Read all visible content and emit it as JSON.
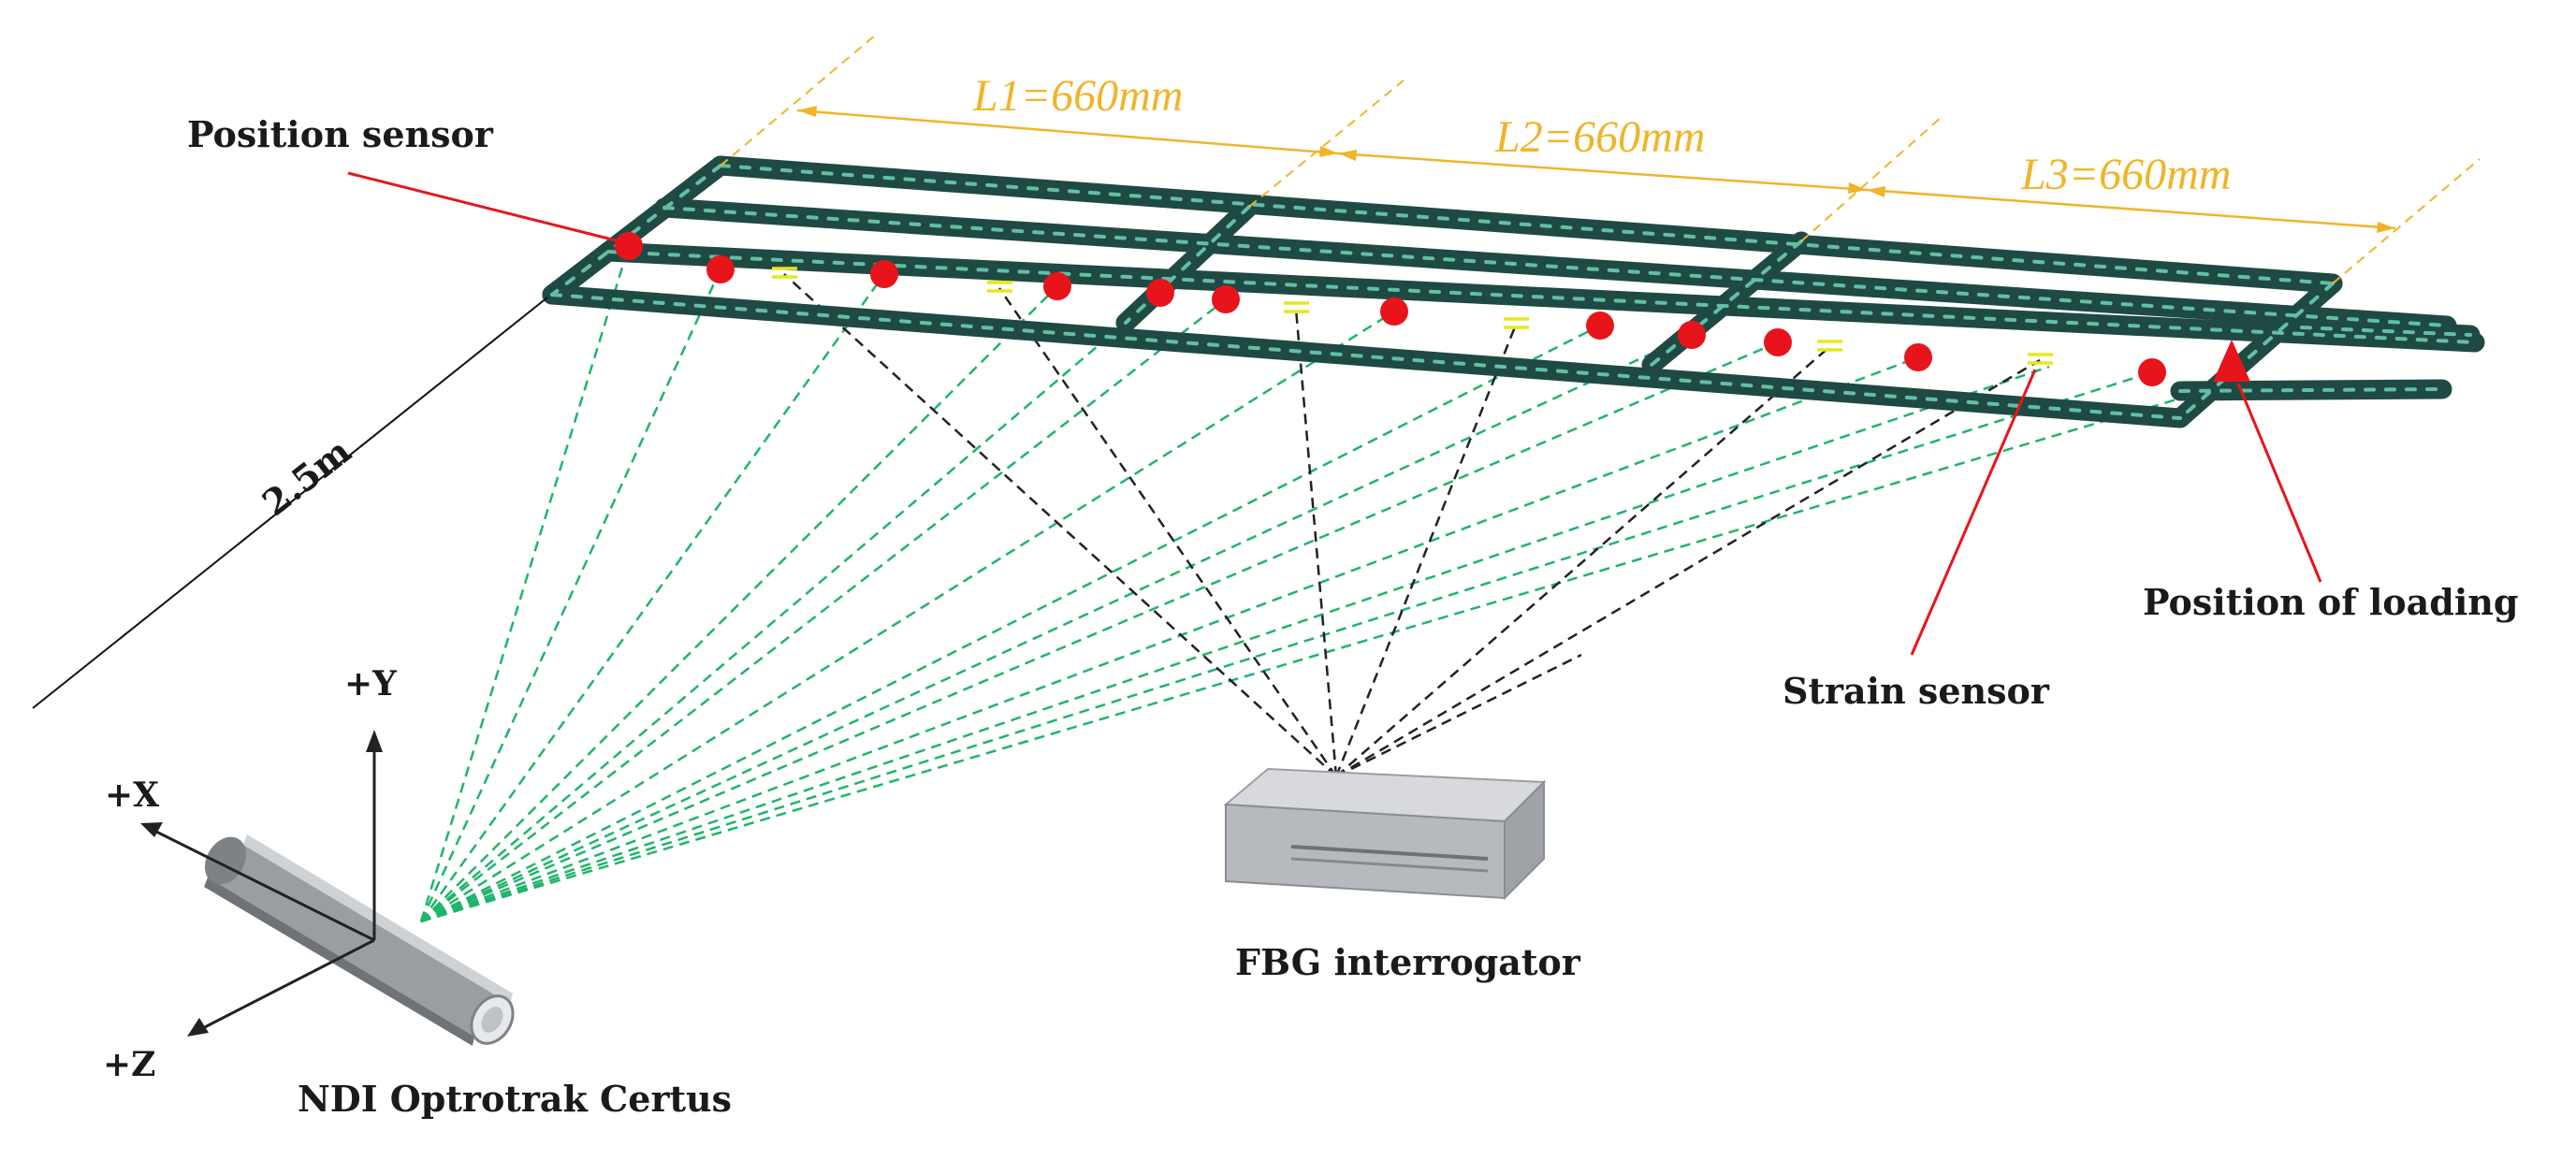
{
  "labels": {
    "position_sensor": "Position sensor",
    "distance": "2.5m",
    "l1": "L1=660mm",
    "l2": "L2=660mm",
    "l3": "L3=660mm",
    "position_of_loading": "Position of loading",
    "strain_sensor": "Strain sensor",
    "fbg_interrogator": "FBG interrogator",
    "ndi": "NDI Optrotrak Certus",
    "axis_y": "+Y",
    "axis_x": "+X",
    "axis_z": "+Z"
  },
  "colors": {
    "frame": "#1f4a44",
    "frame_highlight": "#6fd3b8",
    "position_marker": "#e8141c",
    "strain_marker": "#e8e81a",
    "dimension": "#f0b429",
    "camera_ray": "#1fb56a",
    "fbg_link": "#222222",
    "leader": "#e8141c"
  }
}
